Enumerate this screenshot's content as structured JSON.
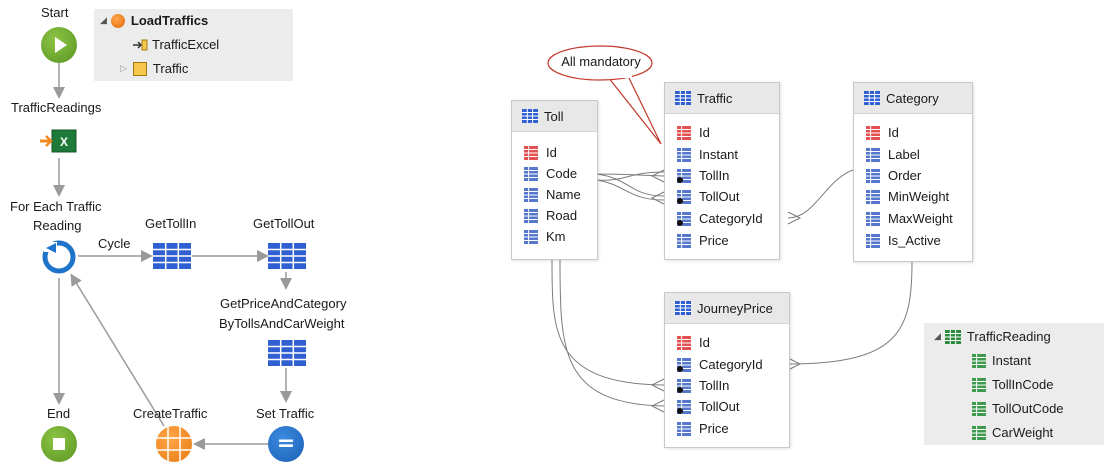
{
  "flow": {
    "start_label": "Start",
    "traffic_readings_label": "TrafficReadings",
    "for_each_label_line1": "For Each Traffic",
    "for_each_label_line2": "Reading",
    "cycle_label": "Cycle",
    "get_toll_in_label": "GetTollIn",
    "get_toll_out_label": "GetTollOut",
    "get_price_label_line1": "GetPriceAndCategory",
    "get_price_label_line2": "ByTollsAndCarWeight",
    "set_traffic_label": "Set Traffic",
    "create_traffic_label": "CreateTraffic",
    "end_label": "End",
    "excel_glyph": "X",
    "assign_glyph": "="
  },
  "action_tree": {
    "title": "LoadTraffics",
    "items": [
      "TrafficExcel",
      "Traffic"
    ]
  },
  "entities": {
    "toll": {
      "name": "Toll",
      "attrs": [
        "Id",
        "Code",
        "Name",
        "Road",
        "Km"
      ]
    },
    "traffic": {
      "name": "Traffic",
      "attrs": [
        "Id",
        "Instant",
        "TollIn",
        "TollOut",
        "CategoryId",
        "Price"
      ]
    },
    "category": {
      "name": "Category",
      "attrs": [
        "Id",
        "Label",
        "Order",
        "MinWeight",
        "MaxWeight",
        "Is_Active"
      ]
    },
    "journey_price": {
      "name": "JourneyPrice",
      "attrs": [
        "Id",
        "CategoryId",
        "TollIn",
        "TollOut",
        "Price"
      ]
    }
  },
  "callout_text": "All mandatory",
  "structure_tree": {
    "title": "TrafficReading",
    "attrs": [
      "Instant",
      "TollInCode",
      "TollOutCode",
      "CarWeight"
    ]
  },
  "colors": {
    "start_green": "#6aa32d",
    "loop_blue": "#1f73c8",
    "aggregate_blue": "#2f5fd0",
    "create_orange": "#f08a1f",
    "callout_red": "#c0392b"
  }
}
